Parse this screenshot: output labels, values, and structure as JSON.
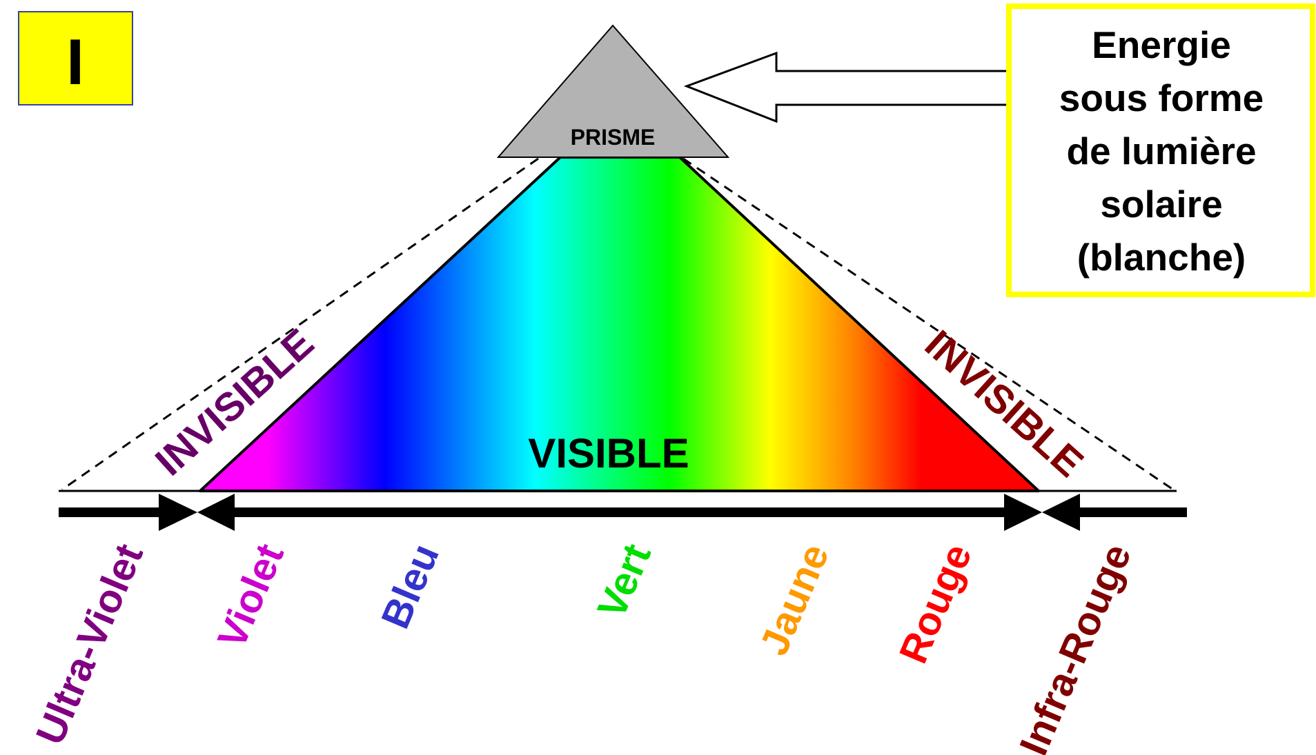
{
  "badge": {
    "text": "I"
  },
  "prism": {
    "label": "PRISME"
  },
  "energy_box": {
    "lines": [
      "Energie",
      "sous forme",
      "de lumière",
      "solaire",
      "(blanche)"
    ]
  },
  "regions": {
    "left_invisible": "INVISIBLE",
    "right_invisible": "INVISIBLE",
    "visible": "VISIBLE"
  },
  "spectrum_labels": [
    {
      "text": "Ultra-Violet",
      "color": "#800080"
    },
    {
      "text": "Violet",
      "color": "#cc00cc"
    },
    {
      "text": "Bleu",
      "color": "#3333cc"
    },
    {
      "text": "Vert",
      "color": "#00dd00"
    },
    {
      "text": "Jaune",
      "color": "#ff9900"
    },
    {
      "text": "Rouge",
      "color": "#ff0000"
    },
    {
      "text": "Infra-Rouge",
      "color": "#800000"
    }
  ],
  "colors": {
    "badge_bg": "#ffff00",
    "box_border": "#ffff00",
    "prism_fill": "#b3b3b3",
    "uv_text": "#660066",
    "ir_text": "#800000",
    "spectrum": [
      "#ff00ff",
      "#0000ff",
      "#00ffff",
      "#00ff00",
      "#ffff00",
      "#ff0000",
      "#ff0000"
    ]
  }
}
